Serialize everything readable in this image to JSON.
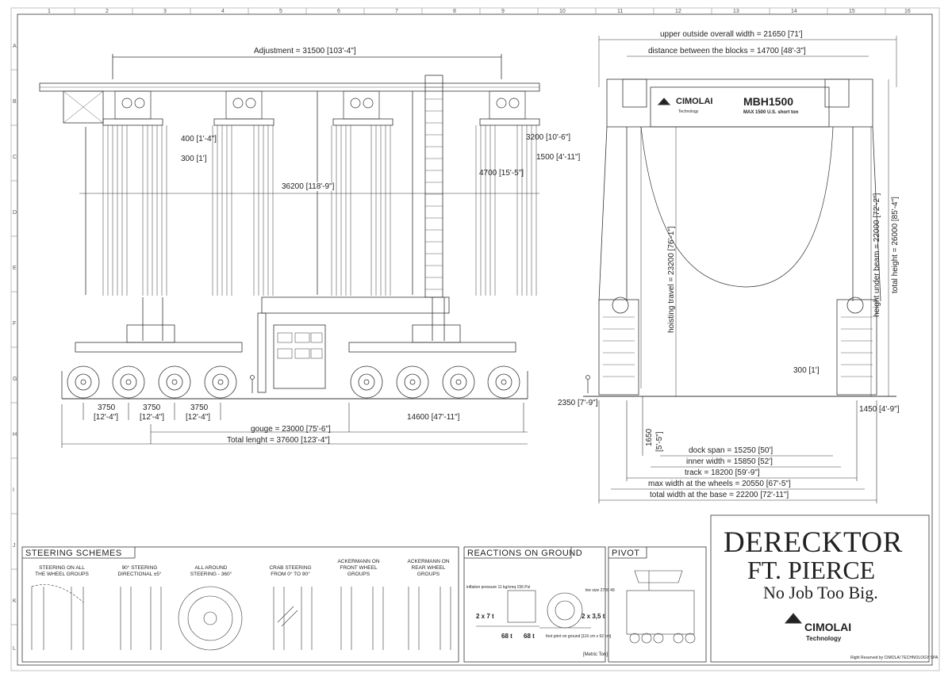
{
  "grid": {
    "cols": [
      "1",
      "2",
      "3",
      "4",
      "5",
      "6",
      "7",
      "8",
      "9",
      "10",
      "11",
      "12",
      "13",
      "14",
      "15",
      "16"
    ],
    "rows": [
      "A",
      "B",
      "C",
      "D",
      "E",
      "F",
      "G",
      "H",
      "I",
      "J",
      "K",
      "L"
    ]
  },
  "side_view": {
    "adjustment": "Adjustment = 31500 [103'-4\"]",
    "dim_400": "400 [1'-4\"]",
    "dim_300": "300 [1']",
    "dim_36200": "36200 [118'-9\"]",
    "dim_3200": "3200 [10'-6\"]",
    "dim_1500": "1500 [4'-11\"]",
    "dim_4700": "4700 [15'-5\"]",
    "dim_3750_a": "3750",
    "dim_3750_a2": "[12'-4\"]",
    "dim_3750_b": "3750",
    "dim_3750_b2": "[12'-4\"]",
    "dim_3750_c": "3750",
    "dim_3750_c2": "[12'-4\"]",
    "dim_14600": "14600 [47'-11\"]",
    "gauge": "gouge = 23000 [75'-6\"]",
    "total_length": "Total lenght = 37600 [123'-4\"]"
  },
  "front_view": {
    "upper_width": "upper outside overall width = 21650 [71']",
    "blocks_distance": "distance between the blocks = 14700 [48'-3\"]",
    "brand_small": "CIMOLAI",
    "brand_small_sub": "Technology",
    "model": "MBH1500",
    "model_sub": "MAX 1500 U.S. short ton",
    "hoisting_travel": "hoisting travel = 23200 [76'-1\"]",
    "height_under_beam": "height under beam = 22000 [72'-2\"]",
    "total_height": "total height = 26000 [85'-4\"]",
    "dim_300": "300 [1']",
    "dim_2350": "2350 [7'-9\"]",
    "dim_1450": "1450 [4'-9\"]",
    "dim_1650": "1650",
    "dim_1650b": "[5'-5\"]",
    "dock_span": "dock span = 15250 [50']",
    "inner_width": "inner width = 15850 [52']",
    "track": "track = 18200 [59'-9\"]",
    "max_width_wheels": "max width at the wheels = 20550 [67'-5\"]",
    "total_width_base": "total width at the base = 22200 [72'-11\"]"
  },
  "steering": {
    "header": "STEERING SCHEMES",
    "items": [
      "STEERING ON ALL THE WHEEL GROUPS",
      "90° STEERING DIRECTIONAL ±5°",
      "ALL AROUND STEERING - 360°",
      "CRAB STEERING FROM 0° TO 90°",
      "ACKERMANN ON FRONT WHEEL GROUPS",
      "ACKERMANN ON REAR WHEEL GROUPS"
    ]
  },
  "reactions": {
    "header": "REACTIONS ON GROUND",
    "inflation": "inflation pressure 11 kg/cmq 156 Psi",
    "tire_size": "tire size 2700 49",
    "load_2x7": "2 x 7 t",
    "load_68a": "68 t",
    "load_68b": "68 t",
    "load_2x35": "2 x 3,5 t",
    "footprint": "foot print on ground [116 cm x 62 cm]",
    "metric": "[Metric Ton]"
  },
  "pivot": {
    "header": "PIVOT"
  },
  "title_block": {
    "line1": "DERECKTOR",
    "line2": "FT. PIERCE",
    "line3": "No Job Too Big.",
    "brand": "CIMOLAI",
    "brand_sub": "Technology",
    "footer": "Right Reserved by CIMOLAI TECHNOLOGY SPA"
  }
}
